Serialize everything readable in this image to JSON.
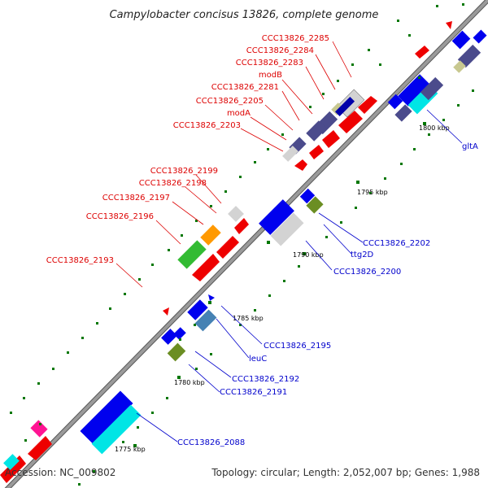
{
  "title": "Campylobacter concisus 13826, complete genome",
  "footer": {
    "accession": "Accession: NC_009802",
    "topology": "Topology: circular; Length: 2,052,007 bp; Genes: 1,988"
  },
  "ticks": {
    "t1775": "1775 kbp",
    "t1780": "1780 kbp",
    "t1785": "1785 kbp",
    "t1790": "1790 kbp",
    "t1795": "1795 kbp",
    "t1800": "1800 kbp"
  },
  "labels": {
    "ccc2285": "CCC13826_2285",
    "ccc2284": "CCC13826_2284",
    "ccc2283": "CCC13826_2283",
    "modB": "modB",
    "ccc2281": "CCC13826_2281",
    "ccc2205": "CCC13826_2205",
    "modA": "modA",
    "ccc2203": "CCC13826_2203",
    "ccc2199": "CCC13826_2199",
    "ccc2198": "CCC13826_2198",
    "ccc2197": "CCC13826_2197",
    "ccc2196": "CCC13826_2196",
    "ccc2193": "CCC13826_2193",
    "gltA": "gltA",
    "ccc2202": "CCC13826_2202",
    "ttg2D": "ttg2D",
    "ccc2200": "CCC13826_2200",
    "ccc2195": "CCC13826_2195",
    "leuC": "leuC",
    "ccc2192": "CCC13826_2192",
    "ccc2191": "CCC13826_2191",
    "ccc2088": "CCC13826_2088"
  },
  "colors": {
    "backbone": "#8c8c8c",
    "label_red": "#dd0000",
    "label_blue": "#0000cc",
    "gene_red": "#ee0000",
    "gene_blue": "#0000ee",
    "gene_navy": "#4b4b8c",
    "gene_cyan": "#00e5e5",
    "gene_grey": "#d3d3d3",
    "gene_green": "#33bb33",
    "gene_orange": "#ff9900",
    "gene_olive": "#6b8e23",
    "gene_steel": "#4682b4",
    "gene_pink": "#ff1493",
    "gene_khaki": "#c8c890",
    "tick_green": "#007700"
  }
}
